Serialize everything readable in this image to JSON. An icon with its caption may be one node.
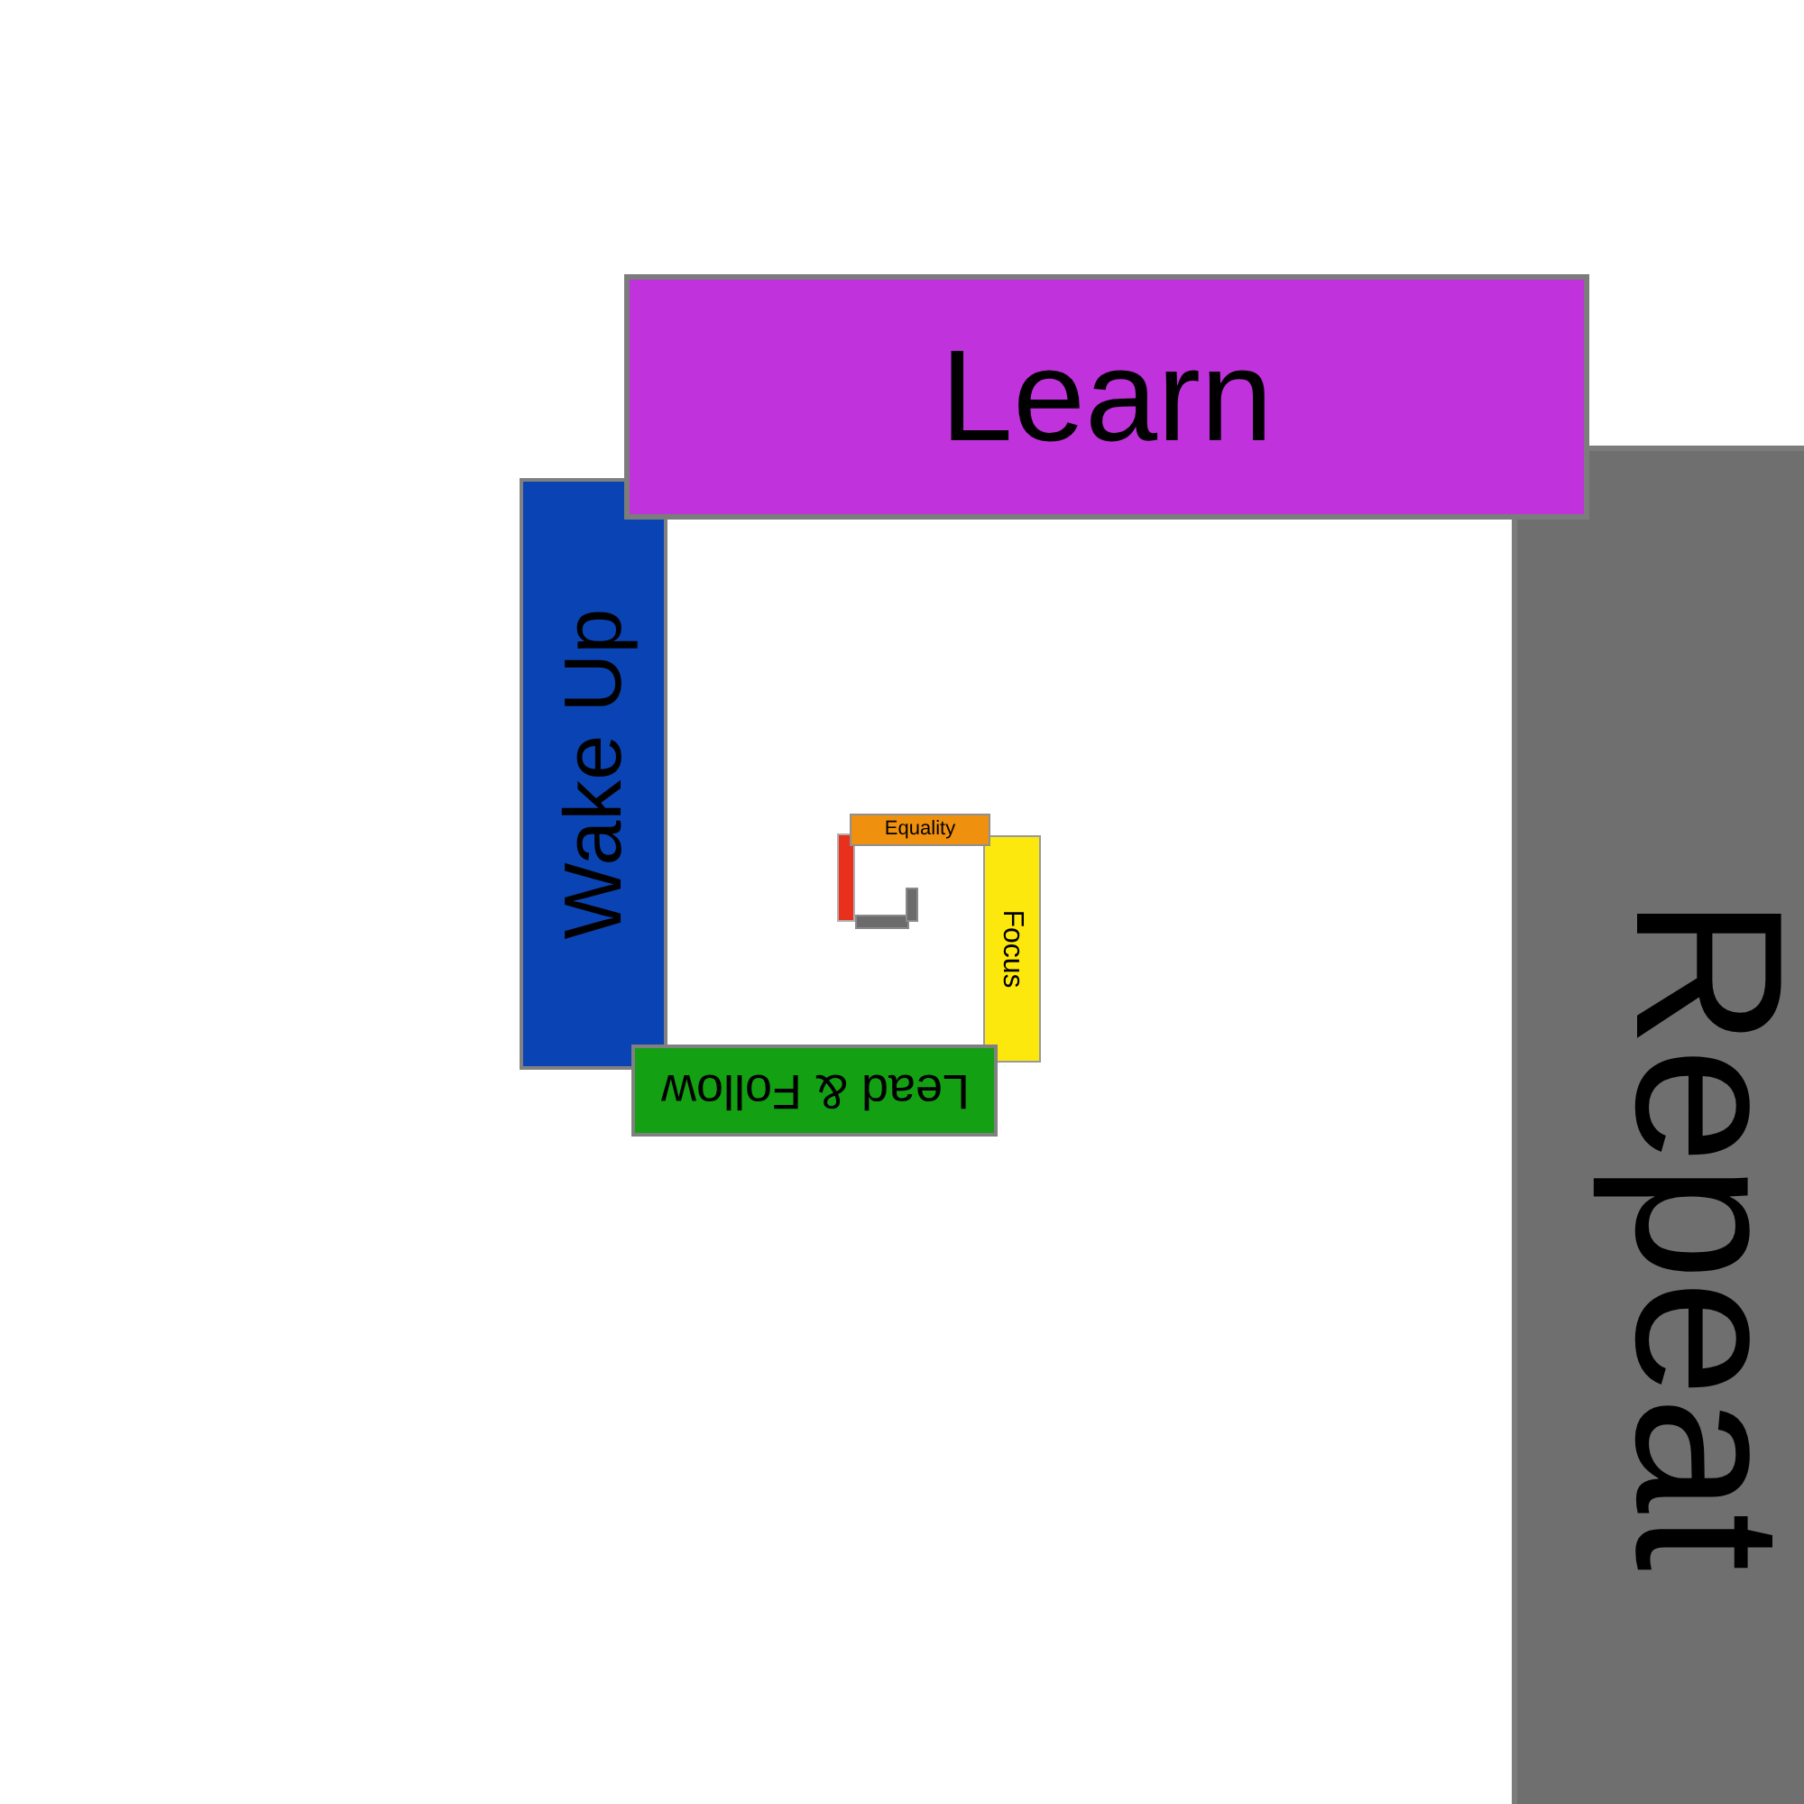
{
  "diagram": {
    "nodes": [
      {
        "text": [],
        "shape": "bar"
      },
      {
        "text": [],
        "shape": "bar"
      },
      {
        "text": [],
        "shape": "bar"
      },
      {
        "text": [
          "Equality"
        ]
      },
      {
        "text": [
          "Focus"
        ]
      },
      {
        "text": [
          "Lead & Follow"
        ]
      },
      {
        "text": [
          "Wake Up"
        ]
      },
      {
        "text": [
          "Learn"
        ]
      },
      {
        "text": [
          "Repeat"
        ]
      }
    ]
  }
}
